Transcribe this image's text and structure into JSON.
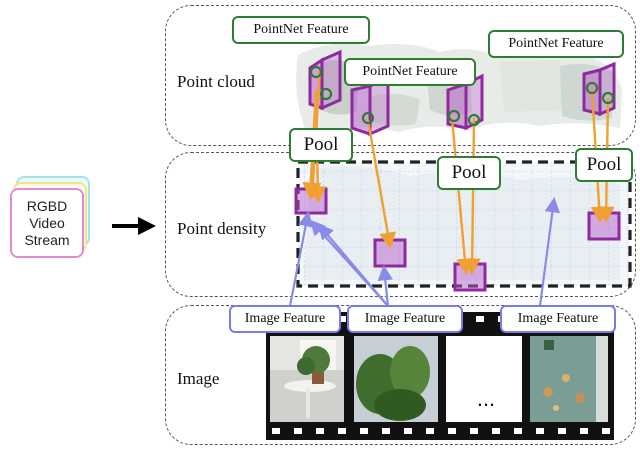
{
  "input": {
    "lines": [
      "RGBD",
      "Video",
      "Stream"
    ]
  },
  "panels": {
    "point_cloud": "Point cloud",
    "point_density": "Point density",
    "image": "Image"
  },
  "labels": {
    "pointnet_left": "PointNet Feature",
    "pointnet_mid": "PointNet Feature",
    "pointnet_right": "PointNet Feature",
    "pool_left": "Pool",
    "pool_mid": "Pool",
    "pool_right": "Pool",
    "image_feature_1": "Image Feature",
    "image_feature_2": "Image Feature",
    "image_feature_3": "Image Feature"
  },
  "ellipsis": "...",
  "colors": {
    "green": "#2e7d32",
    "blue": "#7b7be8",
    "purple": "#8e2a9e",
    "orange": "#f0a030",
    "pink": "#e58ad0"
  }
}
